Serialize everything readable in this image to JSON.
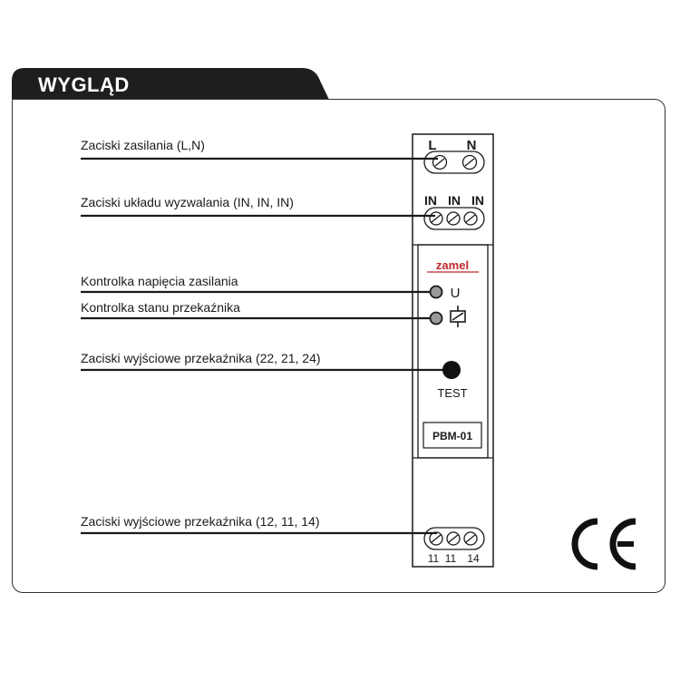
{
  "header": {
    "title": "WYGLĄD"
  },
  "labels": {
    "power_terminals": "Zaciski zasilania (L,N)",
    "trigger_terminals": "Zaciski układu wyzwalania (IN, IN, IN)",
    "power_indicator": "Kontrolka napięcia zasilania",
    "relay_indicator": "Kontrolka stanu przekaźnika",
    "output_terminals_top": "Zaciski wyjściowe przekaźnika (22, 21, 24)",
    "output_terminals_bottom": "Zaciski wyjściowe przekaźnika (12, 11, 14)"
  },
  "device": {
    "terminal_L": "L",
    "terminal_N": "N",
    "terminal_IN": [
      "IN",
      "IN",
      "IN"
    ],
    "brand": "zamel",
    "led_u_label": "U",
    "test_label": "TEST",
    "model": "PBM-01",
    "bottom_terminals": [
      "11",
      "11",
      "14"
    ]
  },
  "mark": "CE",
  "colors": {
    "header_bg": "#1e1e1e",
    "header_text": "#ffffff",
    "line": "#1a1a1a",
    "brand_red": "#c0272d",
    "led": "#9a9a9a"
  }
}
